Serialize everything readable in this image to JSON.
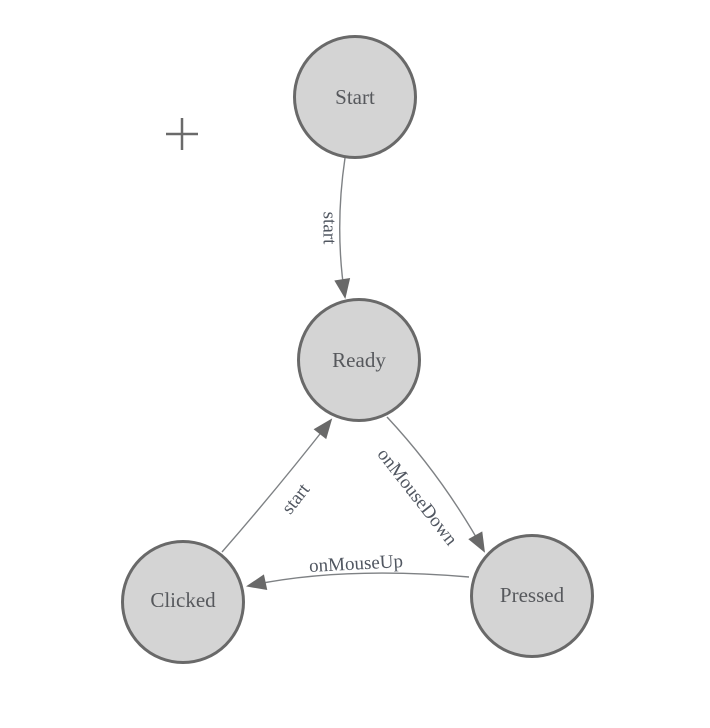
{
  "diagram": {
    "nodes": [
      {
        "id": "start",
        "label": "Start"
      },
      {
        "id": "ready",
        "label": "Ready"
      },
      {
        "id": "clicked",
        "label": "Clicked"
      },
      {
        "id": "pressed",
        "label": "Pressed"
      }
    ],
    "edges": [
      {
        "from": "Start",
        "to": "Ready",
        "label": "start"
      },
      {
        "from": "Clicked",
        "to": "Ready",
        "label": "start"
      },
      {
        "from": "Ready",
        "to": "Pressed",
        "label": "onMouseDown"
      },
      {
        "from": "Pressed",
        "to": "Clicked",
        "label": "onMouseUp"
      }
    ],
    "icons": {
      "plus": "plus-icon"
    },
    "colors": {
      "background": "#ffffff",
      "node_fill": "#d4d4d4",
      "node_stroke": "#696969",
      "edge_line": "#7e8184",
      "arrowhead": "#696969",
      "node_text": "#56585c",
      "edge_text": "#515761",
      "plus_icon": "#6a6a6a"
    }
  }
}
